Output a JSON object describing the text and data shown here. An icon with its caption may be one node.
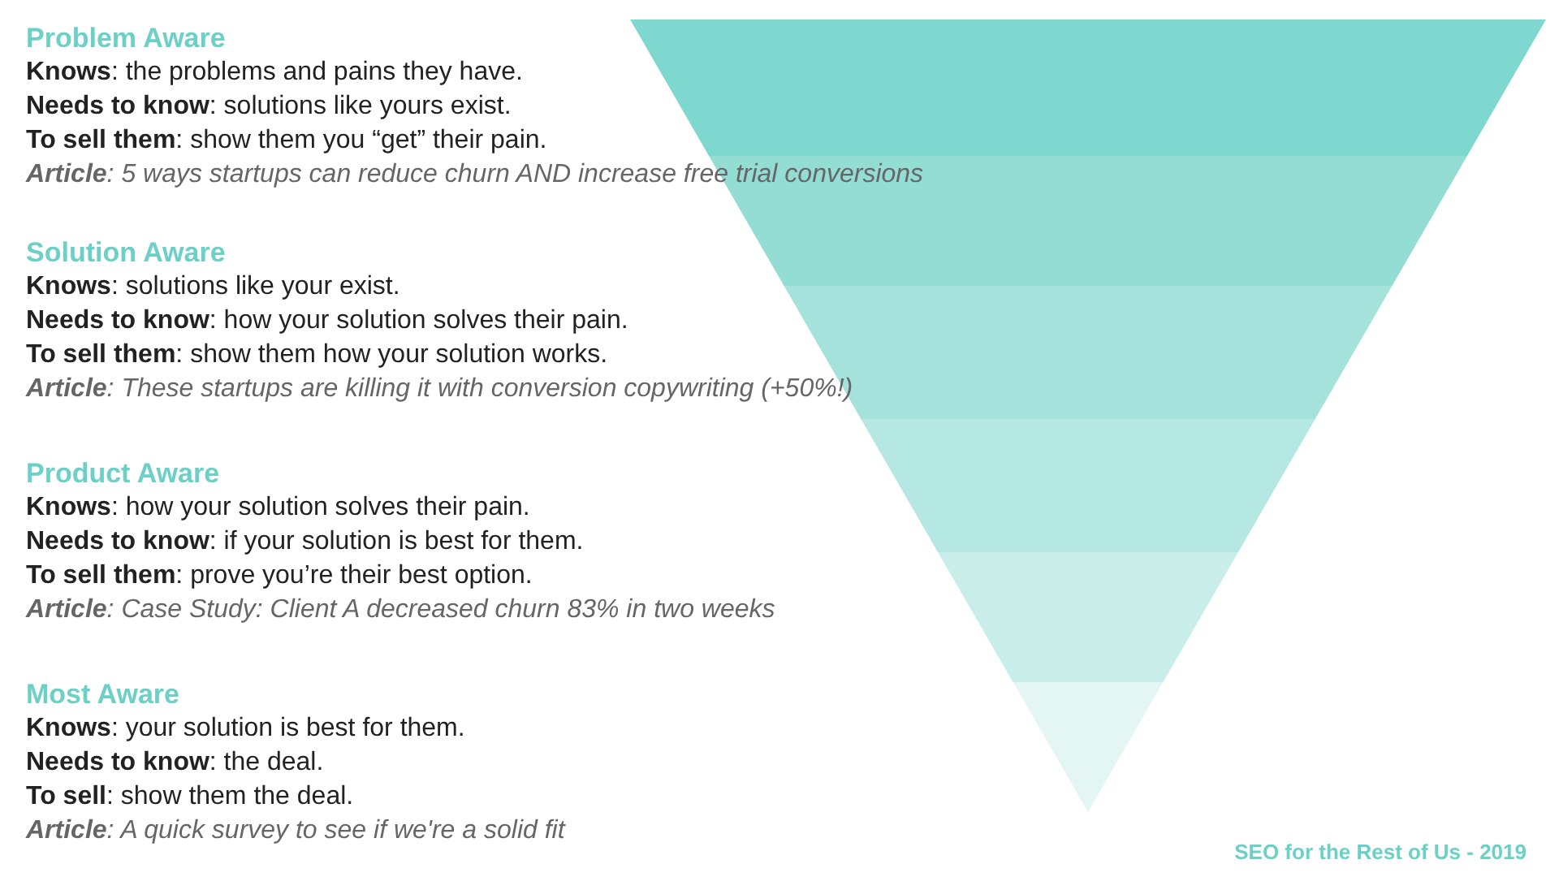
{
  "diagram": {
    "caption": "SEO for the Rest of Us - 2019",
    "labels": [
      "Problem Aware",
      "**Knows**: the problems and pains they have.",
      "**Needs to know**: solutions like yours exist.",
      "**To sell them**: show them you “get” their pain.",
      "**Article**: 5 ways startups can reduce churn AND increase free trial conversions",
      "Solution Aware",
      "**Knows**: solutions like your exist.",
      "**Needs to know**: how your solution solves their pain.",
      "**To sell them**: show them how your solution works.",
      "**Article**: These startups are killing it with conversion copywriting (+50%!)",
      "Product Aware",
      "**Knows**: how your solution solves their pain.",
      "**Needs to know**: if your solution is best for them.",
      "**To sell them**: prove you’re their best option.",
      "**Article**: Case Study: Client A decreased churn 83% in two weeks",
      "Most Aware",
      "**Knows**: your solution is best for them.",
      "**Needs to know**: the deal.",
      "**To sell**: show them the deal.",
      "**Article**: A quick survey to see if we're a solid fit"
    ]
  }
}
